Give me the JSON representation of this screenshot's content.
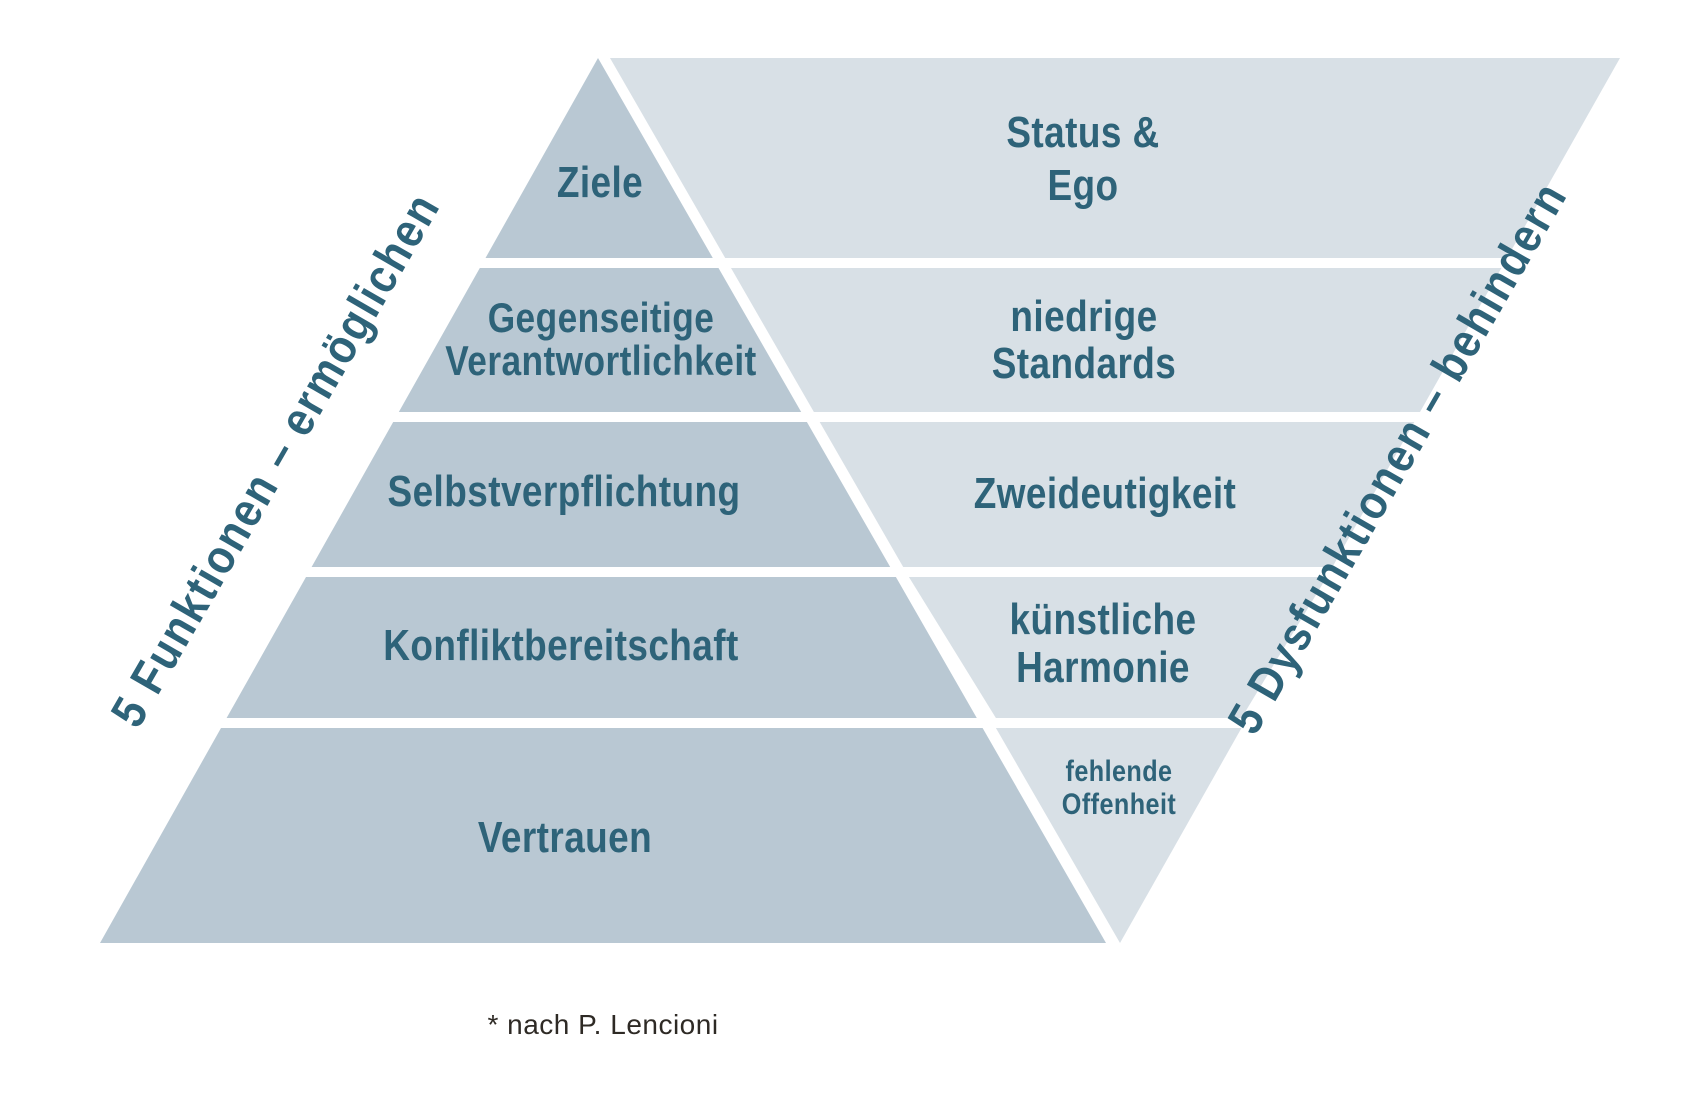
{
  "colors": {
    "background": "#ffffff",
    "left_band": "#b9c8d3",
    "right_band": "#d8e0e6",
    "divider": "#ffffff",
    "label": "#2e6379",
    "caption": "#2e2a25"
  },
  "left_pyramid": {
    "axis_label": "5 Funktionen – ermöglichen",
    "levels": [
      {
        "lines": [
          "Ziele"
        ]
      },
      {
        "lines": [
          "Gegenseitige",
          "Verantwortlichkeit"
        ]
      },
      {
        "lines": [
          "Selbstverpflichtung"
        ]
      },
      {
        "lines": [
          "Konfliktbereitschaft"
        ]
      },
      {
        "lines": [
          "Vertrauen"
        ]
      }
    ]
  },
  "right_pyramid": {
    "axis_label": "5 Dysfunktionen – behindern",
    "levels": [
      {
        "lines": [
          "Status &",
          "Ego"
        ]
      },
      {
        "lines": [
          "niedrige",
          "Standards"
        ]
      },
      {
        "lines": [
          "Zweideutigkeit"
        ]
      },
      {
        "lines": [
          "künstliche",
          "Harmonie"
        ]
      },
      {
        "lines": [
          "fehlende",
          "Offenheit"
        ]
      }
    ]
  },
  "footnote": "* nach P. Lencioni"
}
